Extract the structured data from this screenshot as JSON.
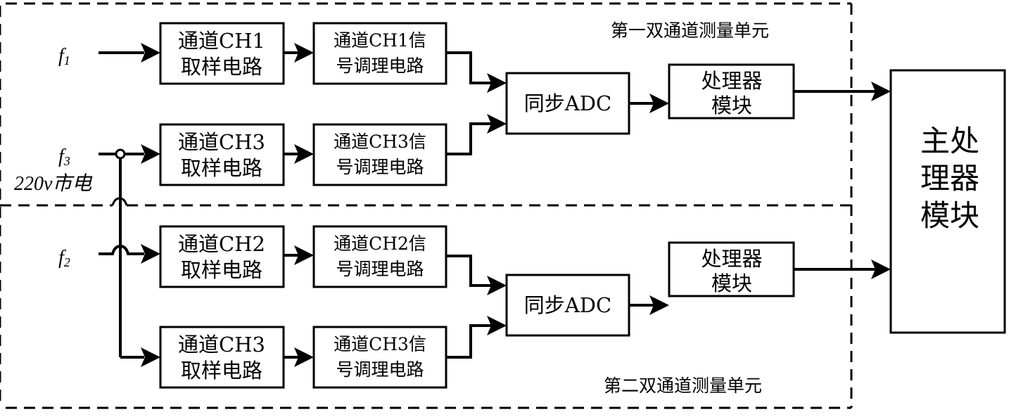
{
  "diagram": {
    "units": {
      "first": "第一双通道测量单元",
      "second": "第二双通道测量单元"
    },
    "inputs": {
      "f1": {
        "base": "f",
        "sub": "1"
      },
      "f3": {
        "base": "f",
        "sub": "3"
      },
      "f2": {
        "base": "f",
        "sub": "2"
      },
      "mains": "220v市电"
    },
    "sampling": {
      "ch1": [
        "通道CH1",
        "取样电路"
      ],
      "ch3_top": [
        "通道CH3",
        "取样电路"
      ],
      "ch2": [
        "通道CH2",
        "取样电路"
      ],
      "ch3_bottom": [
        "通道CH3",
        "取样电路"
      ]
    },
    "conditioning": {
      "ch1": [
        "通道CH1信",
        "号调理电路"
      ],
      "ch3_top": [
        "通道CH3信",
        "号调理电路"
      ],
      "ch2": [
        "通道CH2信",
        "号调理电路"
      ],
      "ch3_bottom": [
        "通道CH3信",
        "号调理电路"
      ]
    },
    "adc": {
      "top": "同步ADC",
      "bottom": "同步ADC"
    },
    "processor": {
      "top": [
        "处理器",
        "模块"
      ],
      "bottom": [
        "处理器",
        "模块"
      ]
    },
    "main_processor": [
      "主处",
      "理器",
      "模块"
    ]
  }
}
